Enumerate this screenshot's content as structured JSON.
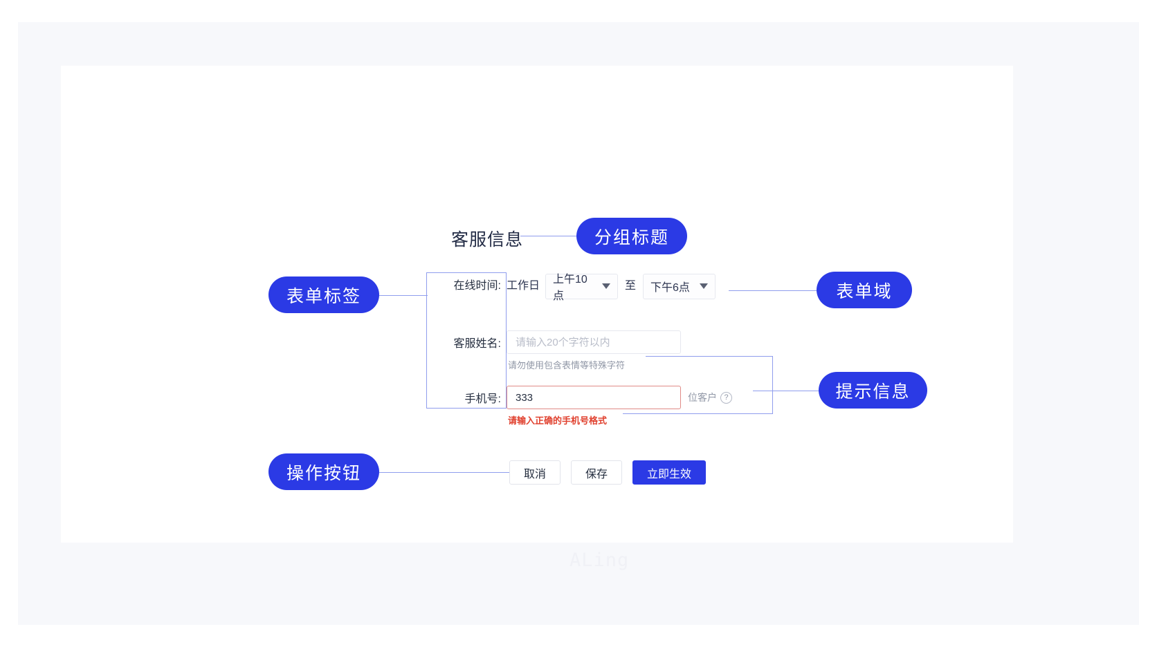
{
  "annotations": {
    "group_title": "分组标题",
    "form_label": "表单标签",
    "form_field": "表单域",
    "hint_info": "提示信息",
    "action_buttons": "操作按钮"
  },
  "form": {
    "group_title": "客服信息",
    "rows": {
      "online_time": {
        "label": "在线时间:",
        "static_text": "工作日",
        "start_value": "上午10点",
        "between": "至",
        "end_value": "下午6点",
        "caret_icon": "chevron-down-icon"
      },
      "agent_name": {
        "label": "客服姓名:",
        "value": "",
        "placeholder": "请输入20个字符以内",
        "help_text": "请勿使用包含表情等特殊字符"
      },
      "phone": {
        "label": "手机号:",
        "value": "333",
        "placeholder": "",
        "suffix_text": "位客户",
        "suffix_icon": "question-circle-icon",
        "error_text": "请输入正确的手机号格式"
      }
    }
  },
  "buttons": {
    "cancel": "取消",
    "save": "保存",
    "apply": "立即生效"
  },
  "watermark": "ALing",
  "colors": {
    "accent": "#2b3ae5",
    "connector": "#8f9ded",
    "error": "#e0412f",
    "error_border": "#e08a86",
    "panel_bg": "#f7f8fb"
  }
}
